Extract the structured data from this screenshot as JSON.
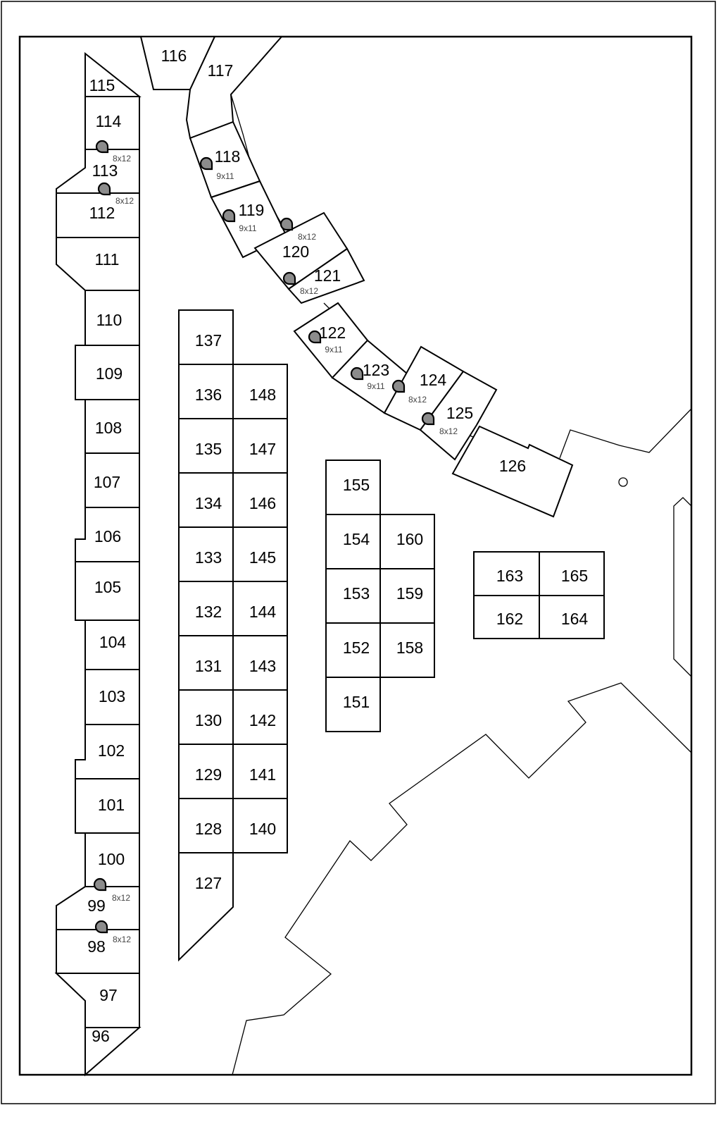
{
  "booths": [
    {
      "id": "96"
    },
    {
      "id": "97"
    },
    {
      "id": "98",
      "size": "8x12"
    },
    {
      "id": "99",
      "size": "8x12"
    },
    {
      "id": "100"
    },
    {
      "id": "101"
    },
    {
      "id": "102"
    },
    {
      "id": "103"
    },
    {
      "id": "104"
    },
    {
      "id": "105"
    },
    {
      "id": "106"
    },
    {
      "id": "107"
    },
    {
      "id": "108"
    },
    {
      "id": "109"
    },
    {
      "id": "110"
    },
    {
      "id": "111"
    },
    {
      "id": "112"
    },
    {
      "id": "113",
      "size": "8x12"
    },
    {
      "id": "114",
      "size": "8x12"
    },
    {
      "id": "115"
    },
    {
      "id": "116"
    },
    {
      "id": "117"
    },
    {
      "id": "118",
      "size": "9x11"
    },
    {
      "id": "119",
      "size": "9x11"
    },
    {
      "id": "120",
      "size": "8x12"
    },
    {
      "id": "121",
      "size": "8x12"
    },
    {
      "id": "122",
      "size": "9x11"
    },
    {
      "id": "123",
      "size": "9x11"
    },
    {
      "id": "124",
      "size": "8x12"
    },
    {
      "id": "125",
      "size": "8x12"
    },
    {
      "id": "126"
    },
    {
      "id": "127"
    },
    {
      "id": "128"
    },
    {
      "id": "129"
    },
    {
      "id": "130"
    },
    {
      "id": "131"
    },
    {
      "id": "132"
    },
    {
      "id": "133"
    },
    {
      "id": "134"
    },
    {
      "id": "135"
    },
    {
      "id": "136"
    },
    {
      "id": "137"
    },
    {
      "id": "140"
    },
    {
      "id": "141"
    },
    {
      "id": "142"
    },
    {
      "id": "143"
    },
    {
      "id": "144"
    },
    {
      "id": "145"
    },
    {
      "id": "146"
    },
    {
      "id": "147"
    },
    {
      "id": "148"
    },
    {
      "id": "151"
    },
    {
      "id": "152"
    },
    {
      "id": "153"
    },
    {
      "id": "154"
    },
    {
      "id": "155"
    },
    {
      "id": "158"
    },
    {
      "id": "159"
    },
    {
      "id": "160"
    },
    {
      "id": "162"
    },
    {
      "id": "163"
    },
    {
      "id": "164"
    },
    {
      "id": "165"
    }
  ],
  "colors": {
    "pin": "#8c8c8c",
    "line": "#000000",
    "background": "#ffffff"
  }
}
